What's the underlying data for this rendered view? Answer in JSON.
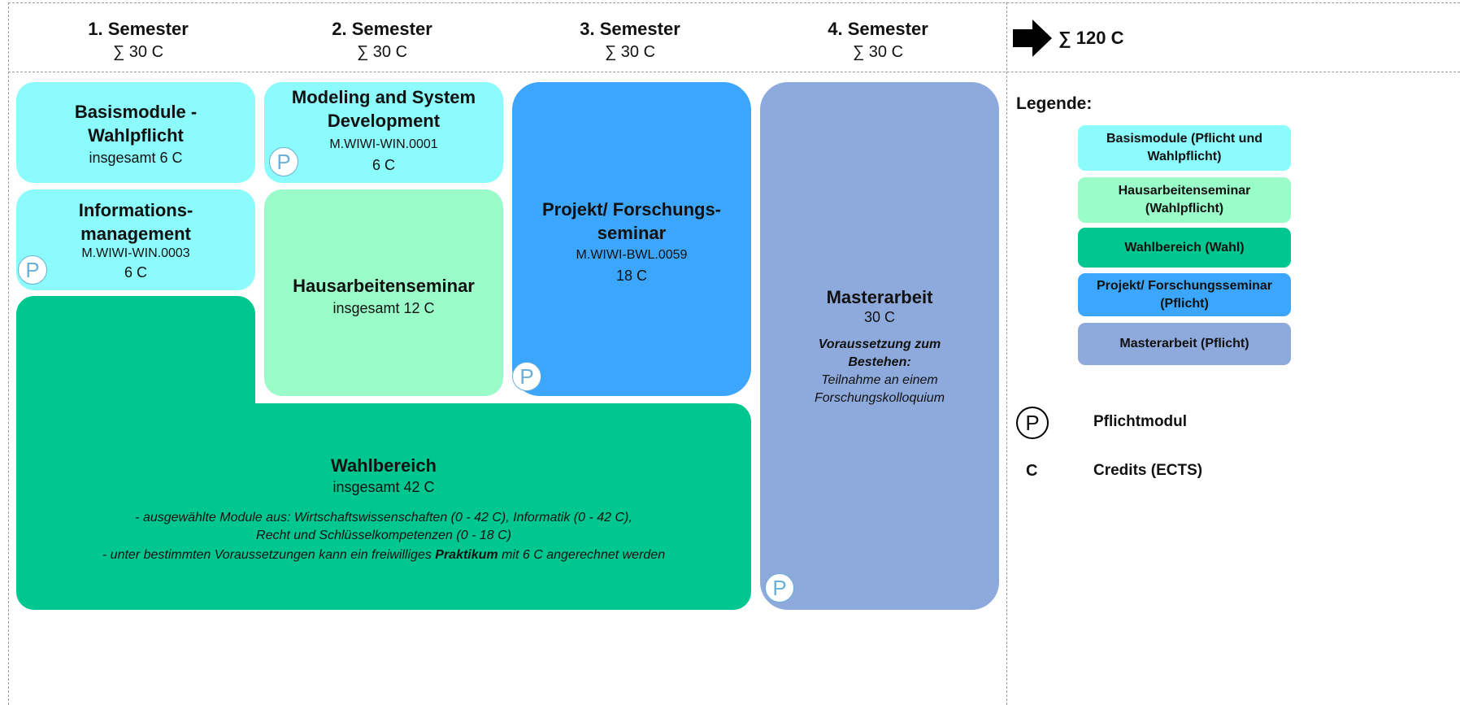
{
  "semesters": [
    {
      "title": "1. Semester",
      "credits": "∑ 30 C"
    },
    {
      "title": "2. Semester",
      "credits": "∑ 30 C"
    },
    {
      "title": "3. Semester",
      "credits": "∑ 30 C"
    },
    {
      "title": "4. Semester",
      "credits": "∑ 30 C"
    }
  ],
  "total": "∑ 120 C",
  "modules": {
    "basis": {
      "title": "Basismodule - Wahlpflicht",
      "credits": "insgesamt 6 C"
    },
    "infomgmt": {
      "title": "Informations- management",
      "code": "M.WIWI-WIN.0003",
      "credits": "6 C"
    },
    "modeling": {
      "title": "Modeling and System Development",
      "code": "M.WIWI-WIN.0001",
      "credits": "6 C"
    },
    "hausarbeit": {
      "title": "Hausarbeitenseminar",
      "credits": "insgesamt 12 C"
    },
    "projekt": {
      "title_line1": "Projekt/ Forschungs-",
      "title_line2": "seminar",
      "code": "M.WIWI-BWL.0059",
      "credits": "18 C"
    },
    "master": {
      "title": "Masterarbeit",
      "credits": "30 C",
      "req_label": "Voraussetzung zum Bestehen:",
      "req_text": "Teilnahme an einem Forschungskolloquium"
    },
    "wahl": {
      "title": "Wahlbereich",
      "credits": "insgesamt 42 C",
      "line1": "- ausgewählte Module aus: Wirtschaftswissenschaften (0 - 42 C), Informatik (0 - 42 C),",
      "line2": "Recht und Schlüsselkompetenzen (0 - 18 C)",
      "line3_pre": "- unter bestimmten Voraussetzungen kann ein freiwilliges ",
      "line3_bold": "Praktikum",
      "line3_post": " mit 6 C angerechnet werden"
    }
  },
  "p_mark": "P",
  "legend": {
    "title": "Legende:",
    "items": [
      {
        "label": "Basismodule (Pflicht und Wahlpflicht)",
        "color": "#8cfbfb"
      },
      {
        "label": "Hausarbeitenseminar (Wahlpflicht)",
        "color": "#99fcc9"
      },
      {
        "label": "Wahlbereich (Wahl)",
        "color": "#00c78f"
      },
      {
        "label": "Projekt/ Forschungsseminar (Pflicht)",
        "color": "#3ba6fb"
      },
      {
        "label": "Masterarbeit (Pflicht)",
        "color": "#8eaadd"
      }
    ],
    "p_symbol": "P",
    "p_label": "Pflichtmodul",
    "c_symbol": "C",
    "c_label": "Credits (ECTS)"
  },
  "colors": {
    "cyan": "#8cfbfb",
    "mint": "#99fcc9",
    "green": "#00c78f",
    "blue": "#3ba6fb",
    "lavender": "#8eaadd"
  },
  "icons": {
    "total": "arrow-right-icon"
  }
}
